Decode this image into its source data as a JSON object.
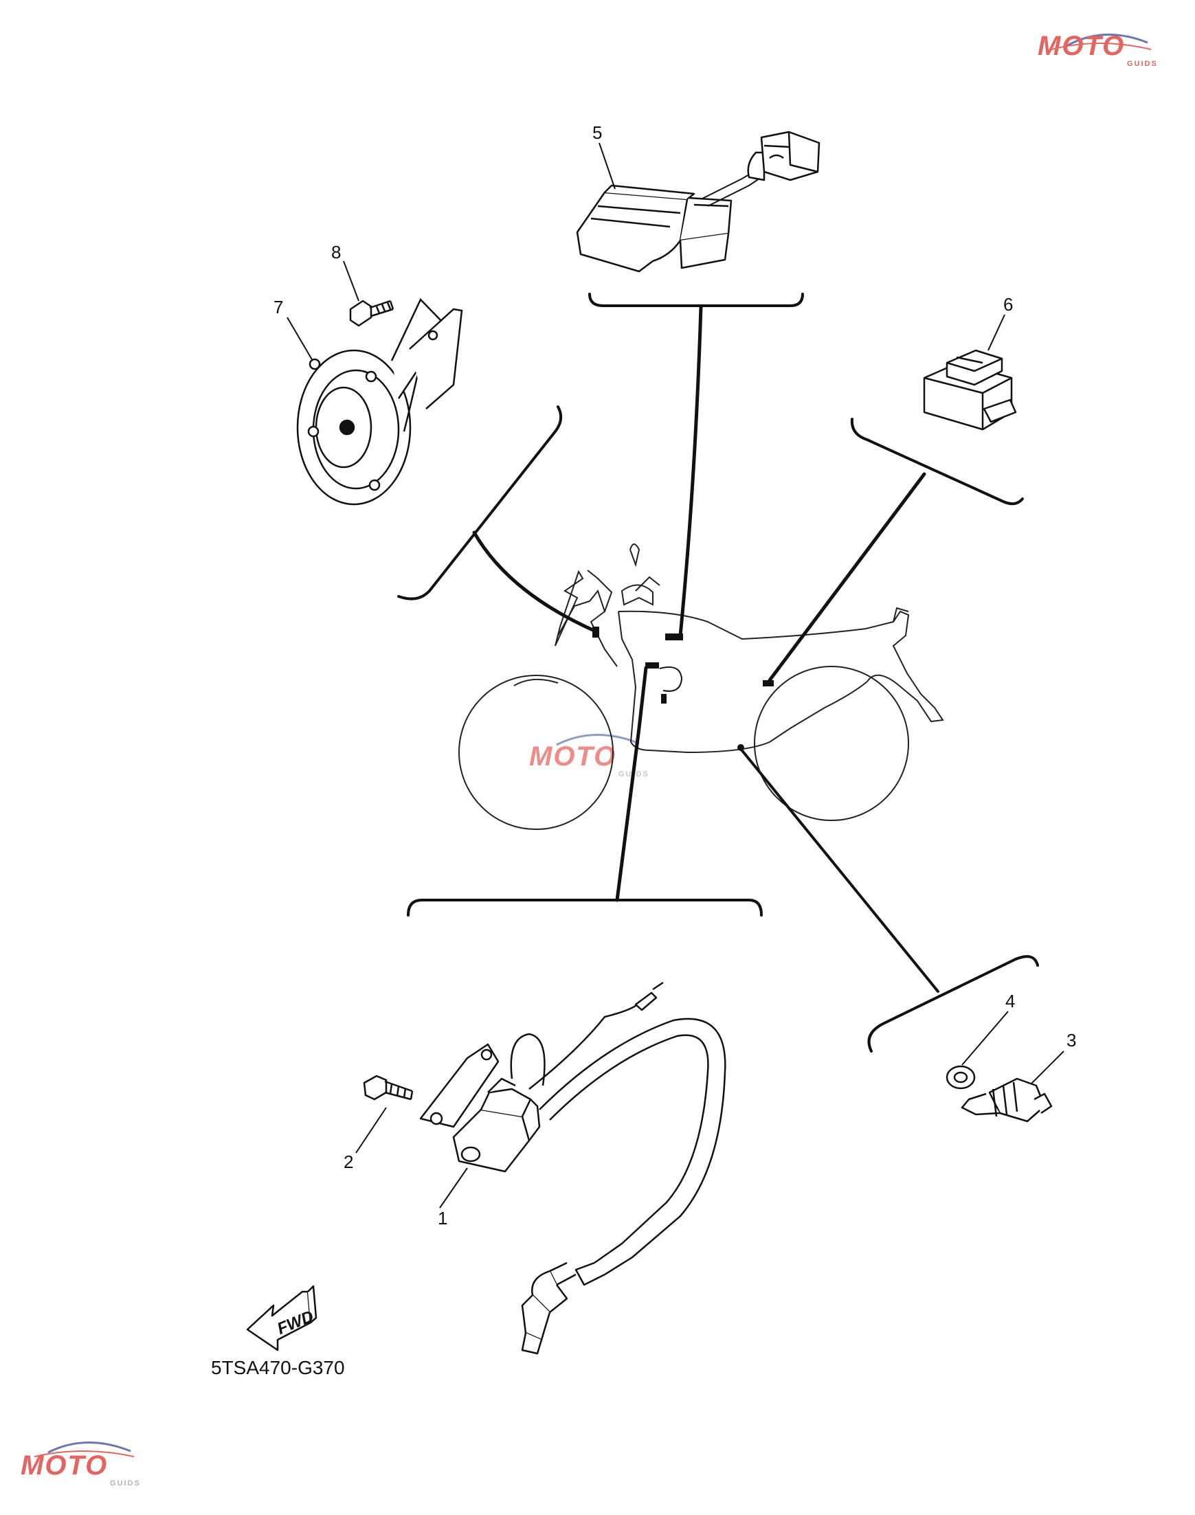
{
  "diagram": {
    "callouts": [
      {
        "id": "1",
        "label": "1"
      },
      {
        "id": "2",
        "label": "2"
      },
      {
        "id": "3",
        "label": "3"
      },
      {
        "id": "4",
        "label": "4"
      },
      {
        "id": "5",
        "label": "5"
      },
      {
        "id": "6",
        "label": "6"
      },
      {
        "id": "7",
        "label": "7"
      },
      {
        "id": "8",
        "label": "8"
      }
    ],
    "direction_arrow": {
      "label": "FWD"
    },
    "drawing_code": "5TSA470-G370"
  },
  "watermark": {
    "brand": "MOTO",
    "sub": "GUIDS",
    "colors": {
      "red": "#e0302a",
      "grey": "#9a9a9a",
      "blue": "#3a4a9a"
    }
  }
}
